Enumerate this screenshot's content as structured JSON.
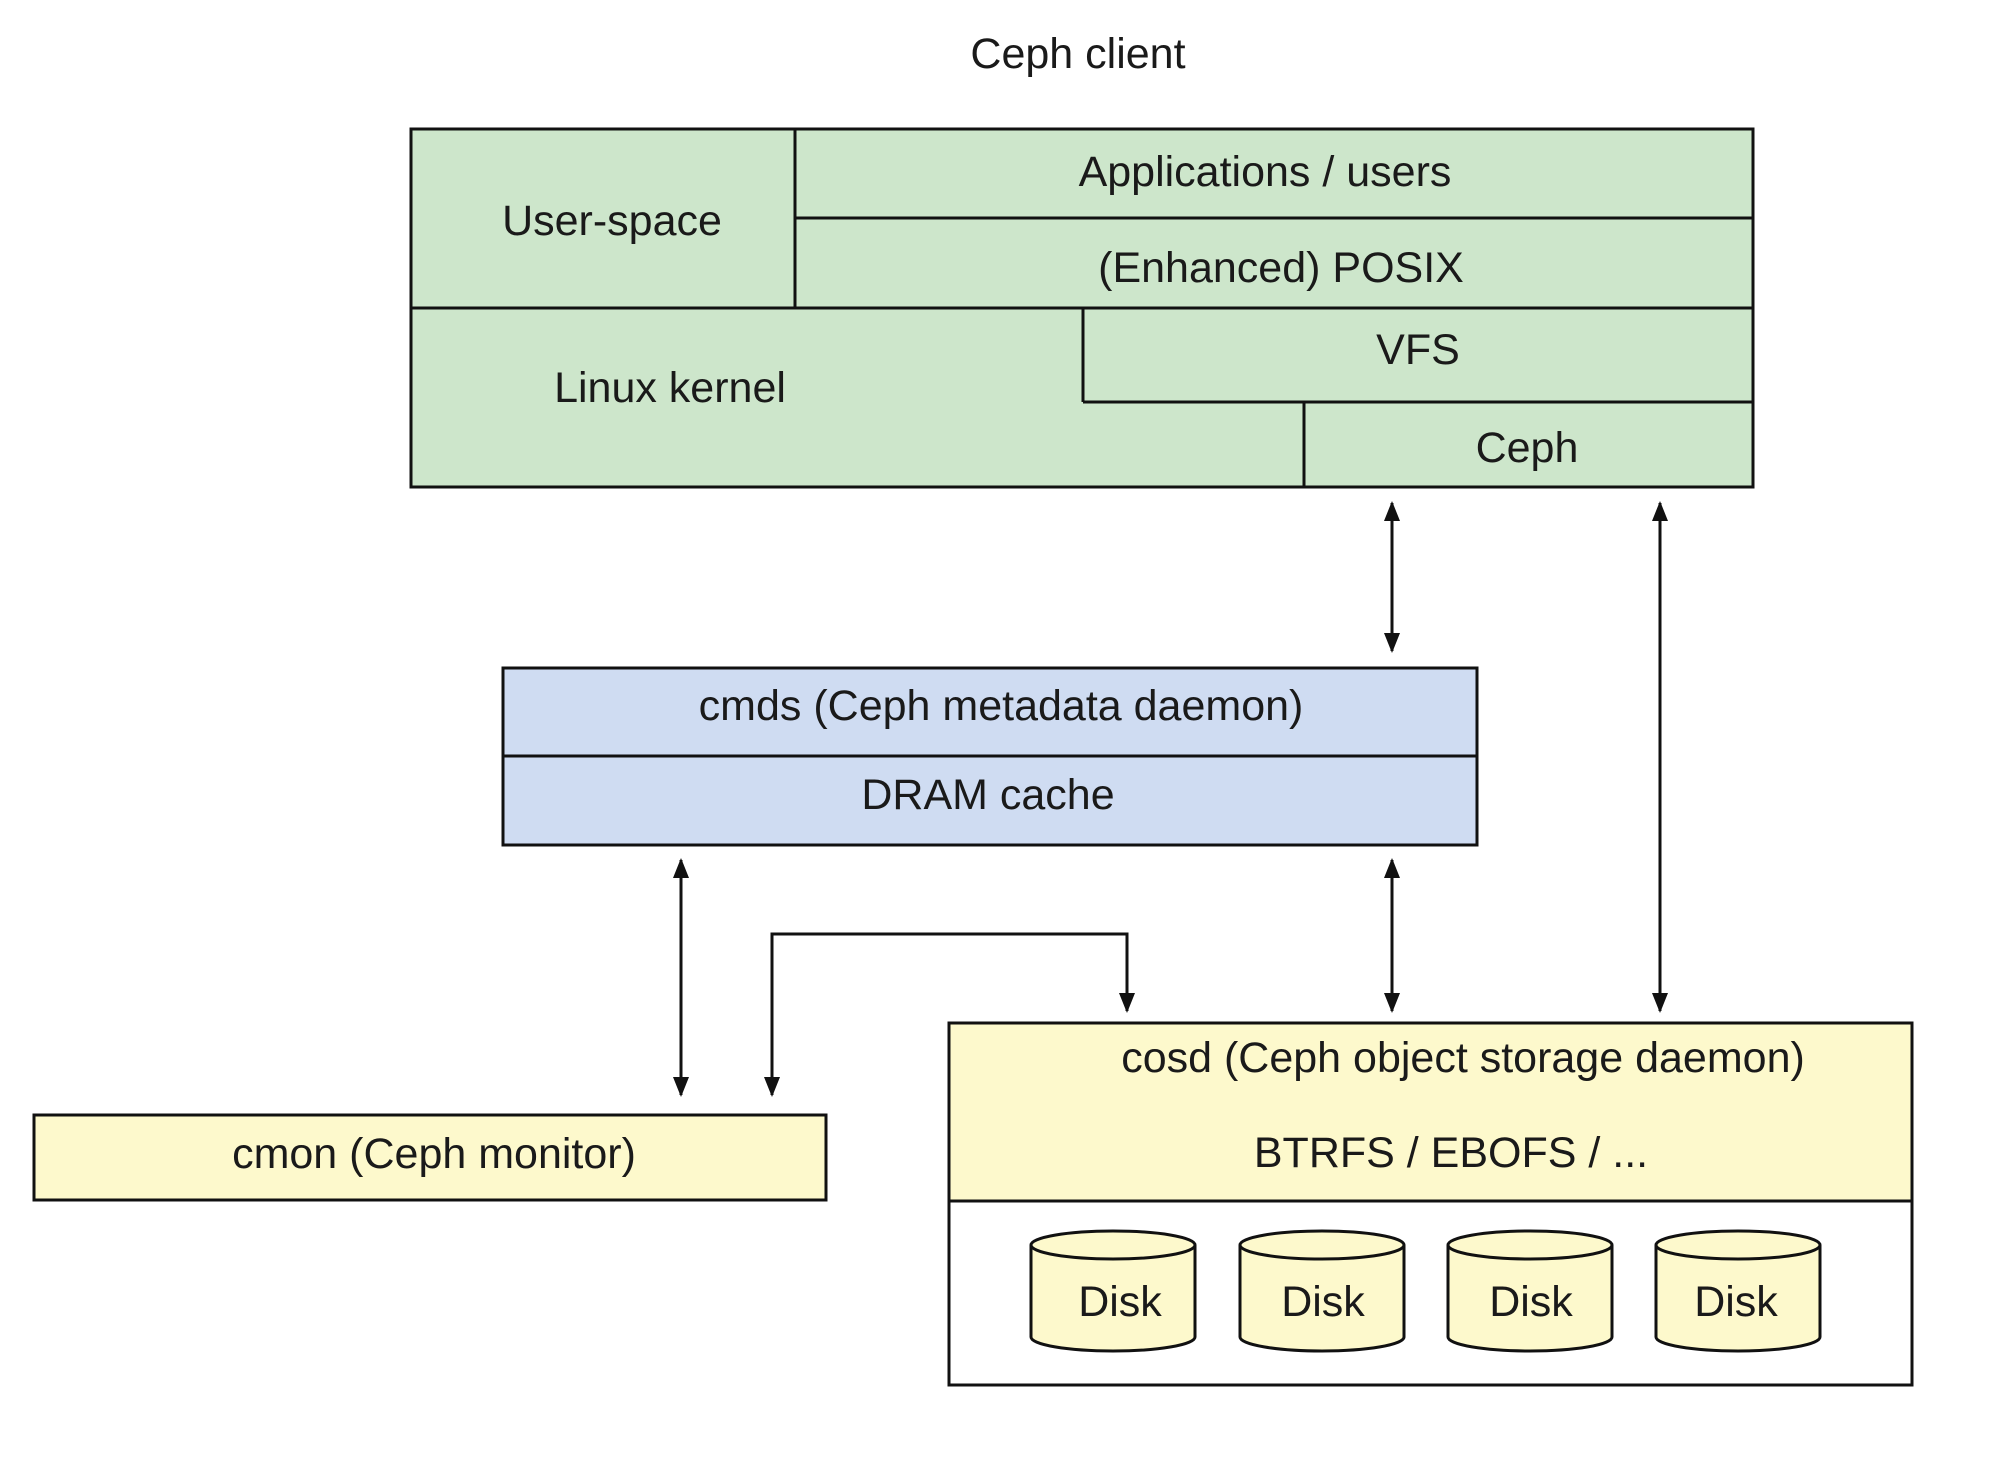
{
  "title": "Ceph client",
  "colors": {
    "client": "#cde6cb",
    "mds": "#cfdcf2",
    "storage": "#fdf9cc",
    "line": "#111111",
    "background": "#ffffff"
  },
  "client": {
    "user_space": "User-space",
    "applications": "Applications / users",
    "posix": "(Enhanced) POSIX",
    "linux_kernel": "Linux kernel",
    "vfs": "VFS",
    "ceph": "Ceph"
  },
  "mds": {
    "name": "cmds (Ceph metadata daemon)",
    "cache": "DRAM cache"
  },
  "monitor": {
    "name": "cmon (Ceph monitor)"
  },
  "osd": {
    "name": "cosd (Ceph object storage daemon)",
    "fs": "BTRFS / EBOFS / ...",
    "disks": [
      "Disk",
      "Disk",
      "Disk",
      "Disk"
    ]
  },
  "connections": [
    {
      "from": "ceph",
      "to": "cmds",
      "direction": "bidirectional"
    },
    {
      "from": "ceph-client",
      "to": "cosd",
      "direction": "bidirectional"
    },
    {
      "from": "cmds",
      "to": "cmon",
      "direction": "bidirectional"
    },
    {
      "from": "cmds",
      "to": "cosd",
      "direction": "bidirectional"
    },
    {
      "from": "cosd",
      "to": "cmon",
      "direction": "bidirectional"
    }
  ]
}
